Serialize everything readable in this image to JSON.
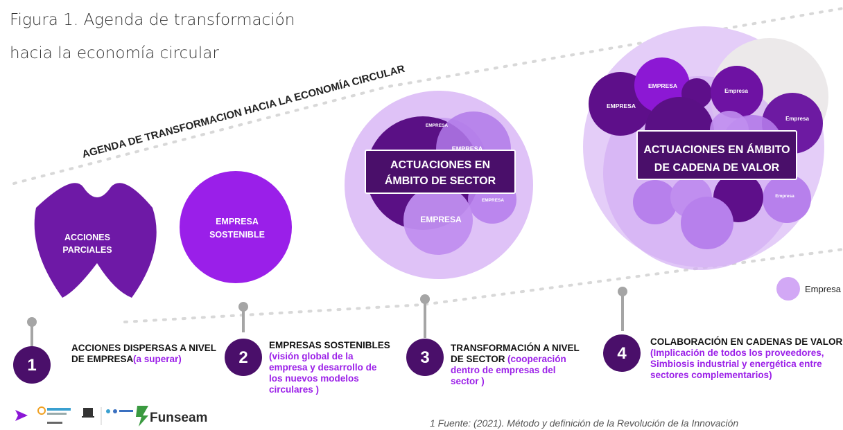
{
  "caption": {
    "line1": "Figura 1. Agenda de transformación",
    "line2": "hacia la economía circular"
  },
  "diagram": {
    "agenda_title": "AGENDA DE TRANSFORMACION HACIA LA ECONOMÍA CIRCULAR",
    "shape1_label_line1": "ACCIONES",
    "shape1_label_line2": "PARCIALES",
    "shape2_label_line1": "EMPRESA",
    "shape2_label_line2": "SOSTENIBLE",
    "sector_banner_line1": "ACTUACIONES  EN",
    "sector_banner_line2": "ÁMBITO DE SECTOR",
    "sector_bubbles": [
      "EMPRESA",
      "EMPRESA",
      "EMPRESA",
      "EMPRESA"
    ],
    "chain_banner_line1": "ACTUACIONES EN ÁMBITO",
    "chain_banner_line2": "DE CADENA DE VALOR",
    "chain_bubble_big": [
      "EMPRESA",
      "EMPRESA",
      "Empresa",
      "Empresa"
    ],
    "chain_bubble_small": "Empresa",
    "legend_label": "Empresa"
  },
  "steps": [
    {
      "number": "1",
      "title_line1": "ACCIONES DISPERSAS A NIVEL",
      "title_line2": "DE EMPRESA",
      "sub": "(a superar)"
    },
    {
      "number": "2",
      "title_line1": "EMPRESAS SOSTENIBLES",
      "sub_lines": [
        "(visión global de la",
        "empresa y desarrollo de",
        "los nuevos modelos",
        "circulares )"
      ]
    },
    {
      "number": "3",
      "title_line1": "TRANSFORMACIÓN A NIVEL",
      "title_line2": "DE SECTOR",
      "sub": "(cooperación",
      "sub_lines": [
        "dentro de empresas del",
        "sector )"
      ]
    },
    {
      "number": "4",
      "title_line1": "COLABORACIÓN EN CADENAS DE VALOR:",
      "sub_lines": [
        "(Implicación  de todos los proveedores,",
        "Simbiosis industrial y energética entre",
        "sectores complementarios)"
      ]
    }
  ],
  "logos": {
    "funseam": "Funseam"
  },
  "footnote": "1 Fuente: (2021). Método y definición de la Revolución de la Innovación",
  "colors": {
    "dark_purple": "#5a1085",
    "mid_purple": "#8b16d6",
    "light_purple": "#d9b7f6",
    "accent_text": "#9b1fe8"
  }
}
